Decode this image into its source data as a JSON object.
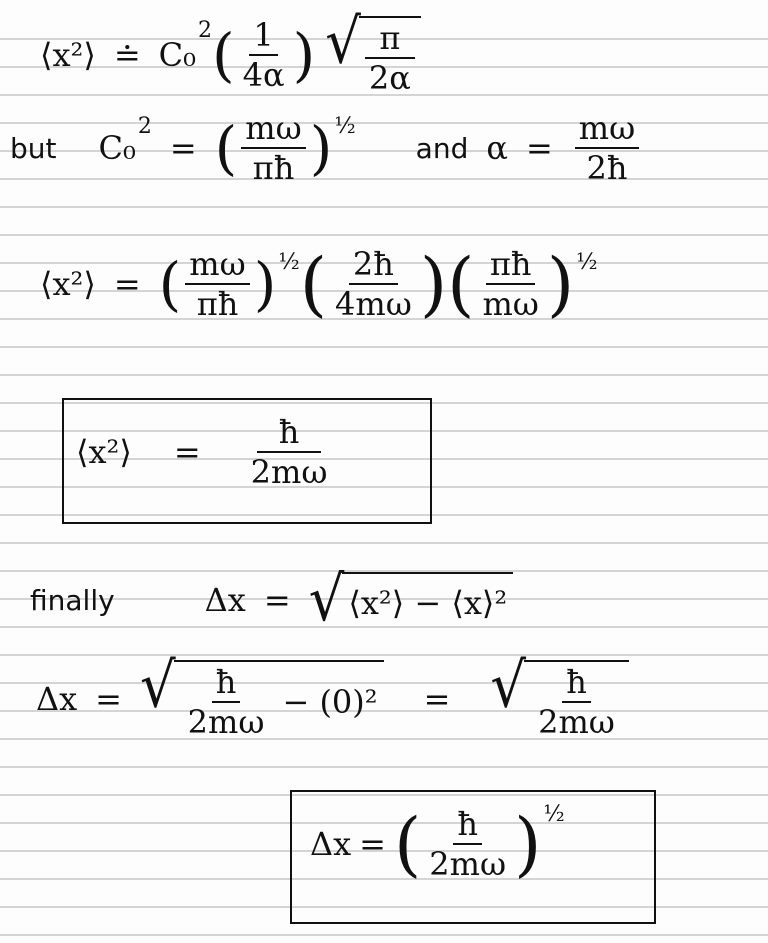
{
  "eq1": {
    "lhs": "⟨x²⟩",
    "rel": "≐",
    "coef": "C₀",
    "coef_exp": "2",
    "f1_num": "1",
    "f1_den": "4α",
    "sqrt_num": "π",
    "sqrt_den": "2α"
  },
  "eq2": {
    "prefix": "but",
    "coef": "C₀",
    "coef_exp": "2",
    "eq": "=",
    "f_num": "mω",
    "f_den": "πħ",
    "exp": "½",
    "conj": "and",
    "alpha": "α",
    "eq2": "=",
    "a_num": "mω",
    "a_den": "2ħ"
  },
  "eq3": {
    "lhs": "⟨x²⟩",
    "eq": "=",
    "f1_num": "mω",
    "f1_den": "πħ",
    "f1_exp": "½",
    "f2_num": "2ħ",
    "f2_den": "4mω",
    "f3_num": "πħ",
    "f3_den": "mω",
    "f3_exp": "½"
  },
  "eq4": {
    "lhs": "⟨x²⟩",
    "eq": "=",
    "num": "ħ",
    "den": "2mω"
  },
  "eq5": {
    "prefix": "finally",
    "lhs": "Δx",
    "eq": "=",
    "radicand": "⟨x²⟩ − ⟨x⟩²"
  },
  "eq6": {
    "lhs": "Δx",
    "eq": "=",
    "r1_num": "ħ",
    "r1_den": "2mω",
    "r1_tail": "− (0)²",
    "eq2": "=",
    "r2_num": "ħ",
    "r2_den": "2mω"
  },
  "eq7": {
    "lhs": "Δx",
    "eq": "=",
    "num": "ħ",
    "den": "2mω",
    "exp": "½"
  }
}
